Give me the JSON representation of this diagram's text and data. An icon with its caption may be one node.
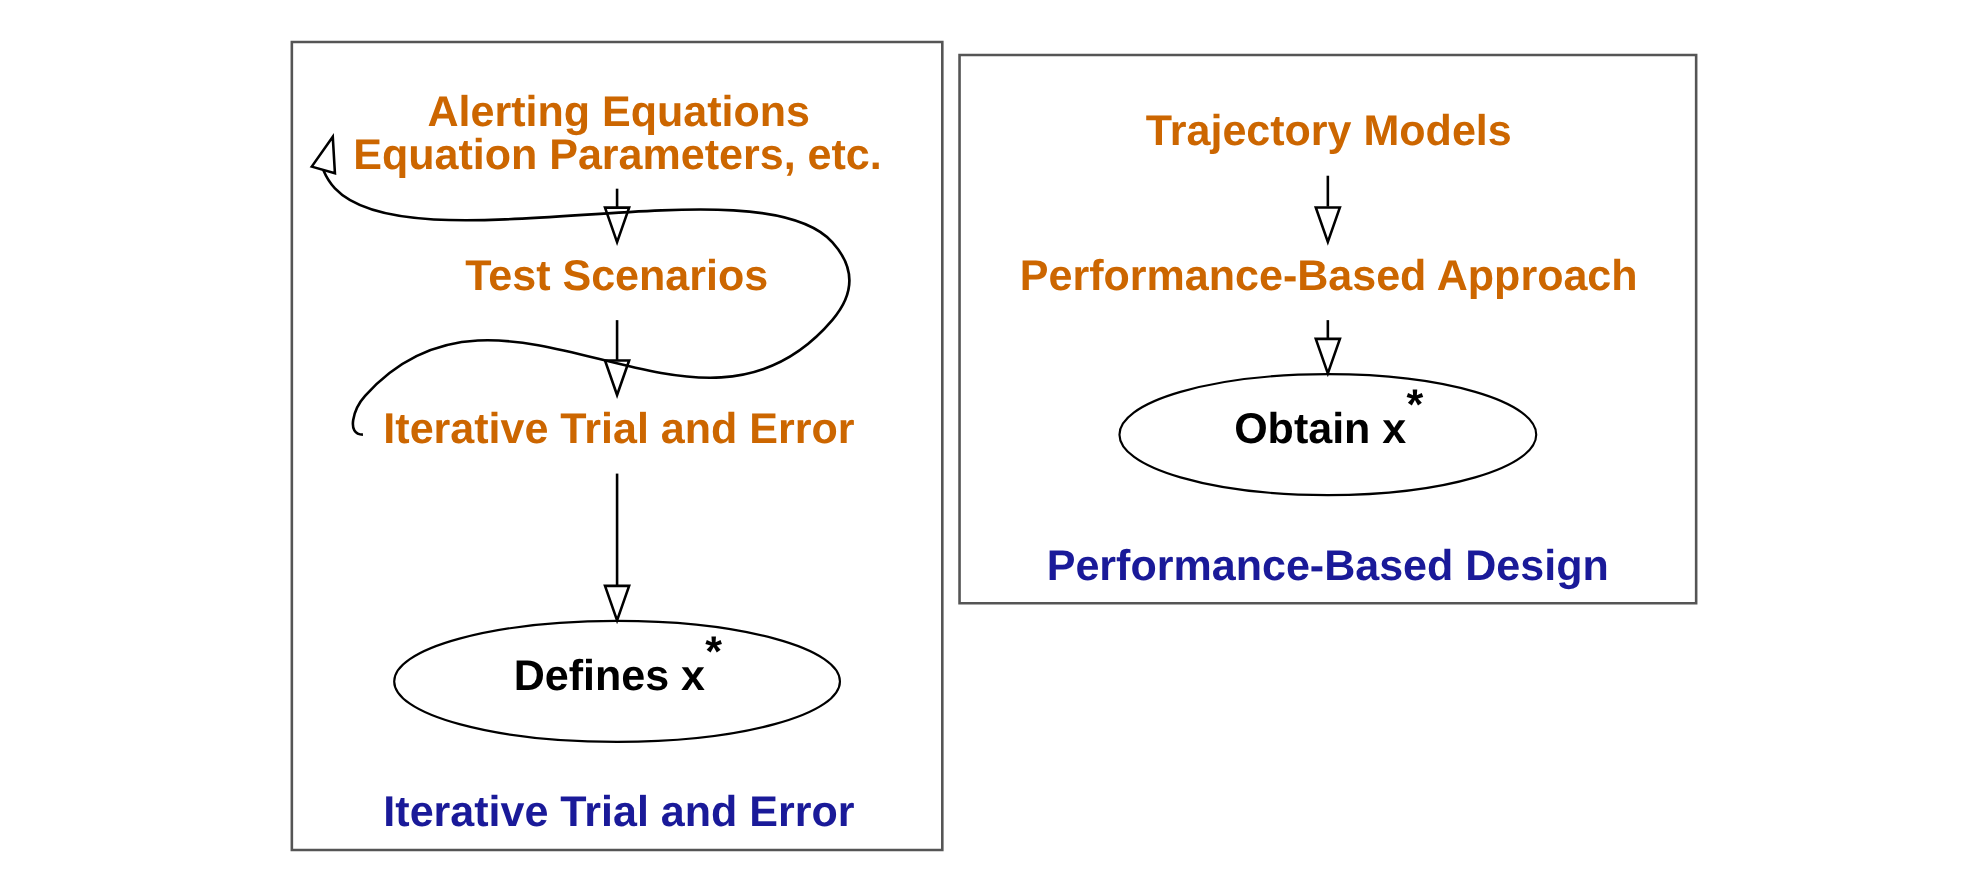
{
  "diagram": {
    "nodes": [
      {
        "text": [
          "Iterative Trial and Error"
        ]
      },
      {
        "text": [
          "Alerting Equations Equation Parameters, etc."
        ],
        "in": 0
      },
      {
        "text": [
          "Test Scenarios"
        ],
        "in": 0
      },
      {
        "text": [
          "Iterative Trial and Error"
        ],
        "in": 0
      },
      {
        "text": [
          "Defines x$^{*}$"
        ],
        "in": 0
      },
      {
        "text": [
          "Performance-Based Design"
        ]
      },
      {
        "text": [
          "Trajectory Models"
        ],
        "in": 5
      },
      {
        "text": [
          "Performance-Based Approach"
        ],
        "in": 5
      },
      {
        "text": [
          "Obtain x$^{*}$"
        ],
        "in": 5
      }
    ],
    "edges": [
      {
        "from": 1,
        "to": 2,
        "arrow": "to"
      },
      {
        "from": 2,
        "to": 3,
        "arrow": "to"
      },
      {
        "from": 3,
        "to": 4,
        "arrow": "to"
      },
      {
        "from": 3,
        "to": 1,
        "arrow": "to"
      },
      {
        "from": 6,
        "to": 7,
        "arrow": "to"
      },
      {
        "from": 7,
        "to": 8,
        "arrow": "to"
      }
    ]
  }
}
